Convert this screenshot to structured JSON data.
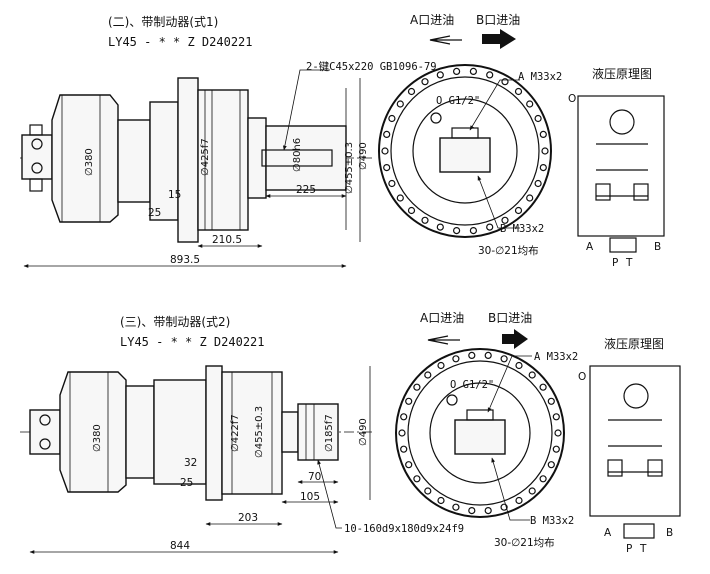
{
  "top": {
    "title": "(二)、带制动器(式1)",
    "model": "LY45 - * * Z D240221",
    "port_a_in": "A口进油",
    "port_b_in": "B口进油",
    "key_spec": "2-键C45x220 GB1096-79",
    "port_a_thread": "A M33x2",
    "port_o": "O G1/2\"",
    "port_b_thread": "B M33x2",
    "bolt_holes": "30-∅21均布",
    "schematic_title": "液压原理图",
    "dims": {
      "d380": "∅380",
      "d425f7": "∅425f7",
      "d80h6": "∅80h6",
      "d455": "∅455±0.3",
      "d490": "∅490",
      "l225": "225",
      "l15": "15",
      "l25": "25",
      "l210_5": "210.5",
      "l893_5": "893.5"
    },
    "sch_labels": {
      "o": "O",
      "a": "A",
      "b": "B",
      "p": "P",
      "t": "T"
    }
  },
  "bottom": {
    "title": "(三)、带制动器(式2)",
    "model": "LY45 - * * Z D240221",
    "port_a_in": "A口进油",
    "port_b_in": "B口进油",
    "port_a_thread": "A M33x2",
    "port_o": "O G1/2\"",
    "port_b_thread": "B M33x2",
    "spline_spec": "10-160d9x180d9x24f9",
    "bolt_holes": "30-∅21均布",
    "schematic_title": "液压原理图",
    "dims": {
      "d380": "∅380",
      "d422f7": "∅422f7",
      "d455": "∅455±0.3",
      "d185f7": "∅185f7",
      "d490": "∅490",
      "l32": "32",
      "l25": "25",
      "l70": "70",
      "l105": "105",
      "l203": "203",
      "l844": "844"
    },
    "sch_labels": {
      "o": "O",
      "a": "A",
      "b": "B",
      "p": "P",
      "t": "T"
    }
  },
  "colors": {
    "ink": "#111111",
    "paper": "#ffffff"
  }
}
